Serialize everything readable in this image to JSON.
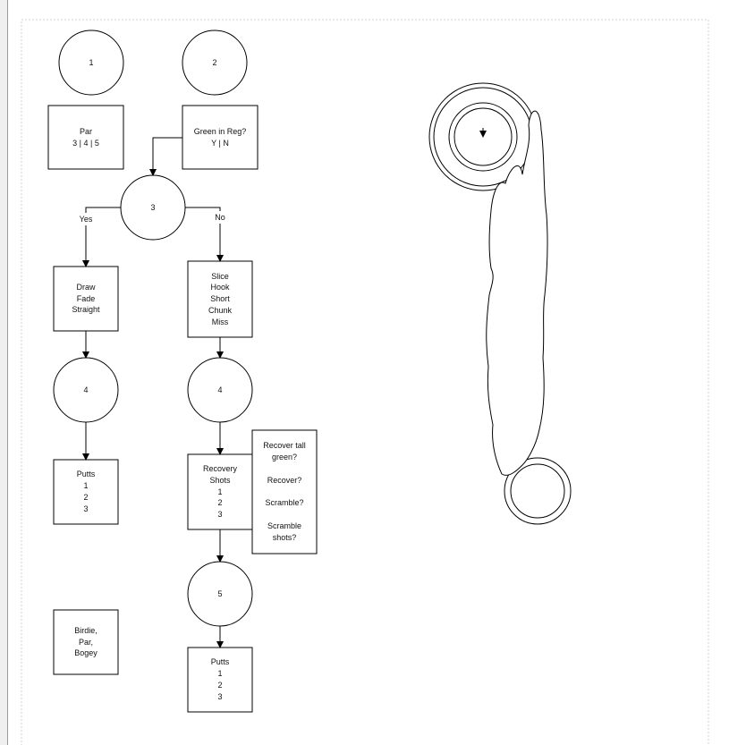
{
  "circles": {
    "c1": "1",
    "c2": "2",
    "c3": "3",
    "c4a": "4",
    "c4b": "4",
    "c5": "5"
  },
  "boxes": {
    "par": "Par\n3 | 4 | 5",
    "green_in_reg": "Green in Reg?\nY | N",
    "draw_fade": "Draw\nFade\nStraight",
    "slice_hook": "Slice\nHook\nShort\nChunk\nMiss",
    "putts_left": "Putts\n1\n2\n3",
    "recovery": "Recovery\nShots\n1\n2\n3",
    "recover_notes": "Recover tall\ngreen?\n\nRecover?\n\nScramble?\n\nScramble\nshots?",
    "result": "Birdie,\nPar,\nBogey",
    "putts_right": "Putts\n1\n2\n3"
  },
  "edge_labels": {
    "yes": "Yes",
    "no": "No"
  },
  "colors": {
    "stroke": "#000000",
    "page_border": "#d0d0d0"
  }
}
